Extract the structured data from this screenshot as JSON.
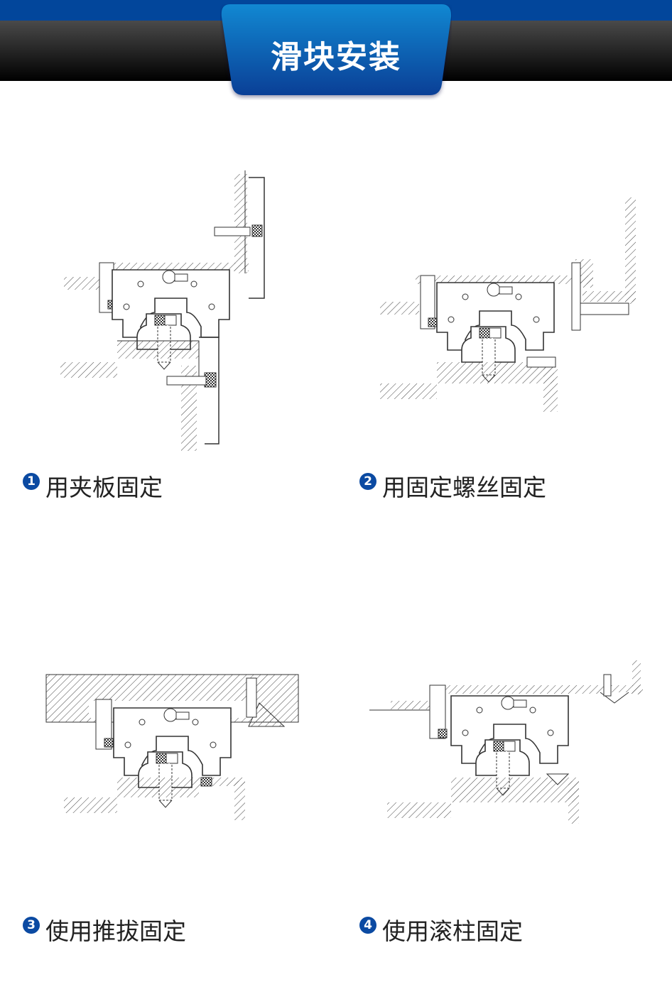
{
  "header": {
    "title": "滑块安装"
  },
  "methods": [
    {
      "number": "1",
      "label": "用夹板固定"
    },
    {
      "number": "2",
      "label": "用固定螺丝固定"
    },
    {
      "number": "3",
      "label": "使用推拔固定"
    },
    {
      "number": "4",
      "label": "使用滚柱固定"
    }
  ],
  "colors": {
    "brand_blue": "#02469b",
    "tab_top": "#1188d2",
    "tab_bottom": "#0a3f96"
  }
}
